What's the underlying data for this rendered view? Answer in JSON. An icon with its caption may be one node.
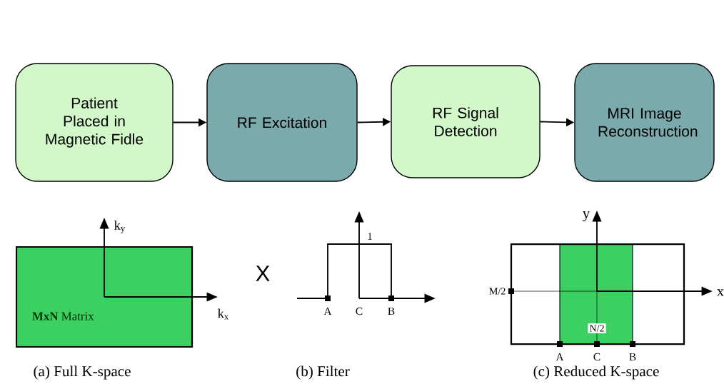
{
  "diagram": {
    "nodes": [
      {
        "text": [
          "Patient  Placed in Magnetic Fidle"
        ]
      },
      {
        "text": [
          "RF Excitation"
        ]
      },
      {
        "text": [
          "RF Signal Detection"
        ]
      },
      {
        "text": [
          "MRI Image Reconstruction"
        ]
      },
      {
        "text": [
          "**MxN** Matrix"
        ]
      }
    ],
    "edges": [
      {
        "from": 0,
        "to": 1,
        "arrow": "to"
      },
      {
        "from": 1,
        "to": 2,
        "arrow": "to"
      },
      {
        "from": 2,
        "to": 3,
        "arrow": "to"
      }
    ],
    "labels": [
      "k$_{y}$",
      "k$_{x}$",
      "(a) Full K-space",
      "X",
      "1",
      "A",
      "C",
      "B",
      "(b) Filter",
      "y",
      "M/2",
      "x",
      "N/2",
      "A",
      "C",
      "B",
      "(c) Reduced K-space"
    ]
  }
}
